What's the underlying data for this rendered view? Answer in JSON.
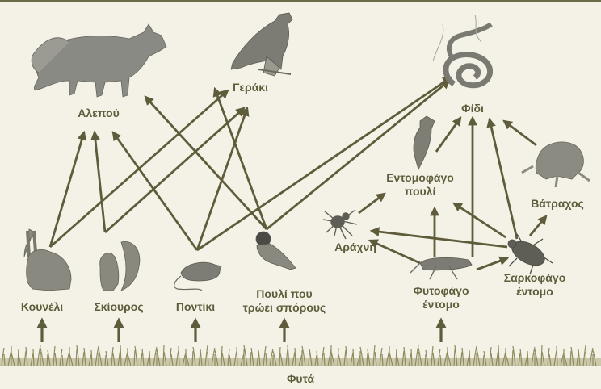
{
  "colors": {
    "ink": "#5e5c3a",
    "background": "#f4f2e6",
    "grass": "#8e8b5e",
    "animal": "#8a8a84"
  },
  "labels": {
    "fox": "Αλεπού",
    "hawk": "Γεράκι",
    "snake": "Φίδι",
    "insectivorous_bird": [
      "Εντομοφάγο",
      "πουλί"
    ],
    "frog": "Βάτραχος",
    "spider": "Αράχνη",
    "rabbit": "Κουνέλι",
    "squirrel": "Σκίουρος",
    "mouse": "Ποντίκι",
    "seed_bird": [
      "Πουλί που",
      "τρώει σπόρους"
    ],
    "herbivorous_insect": [
      "Φυτοφάγο",
      "έντομο"
    ],
    "carnivorous_insect": [
      "Σαρκοφάγο",
      "έντομο"
    ],
    "plants": "Φυτά"
  },
  "feeding_links": [
    [
      "rabbit",
      "fox"
    ],
    [
      "rabbit",
      "hawk"
    ],
    [
      "squirrel",
      "fox"
    ],
    [
      "squirrel",
      "hawk"
    ],
    [
      "mouse",
      "fox"
    ],
    [
      "mouse",
      "hawk"
    ],
    [
      "mouse",
      "snake"
    ],
    [
      "seed_bird",
      "fox"
    ],
    [
      "seed_bird",
      "hawk"
    ],
    [
      "seed_bird",
      "snake"
    ],
    [
      "herbivorous_insect",
      "snake"
    ],
    [
      "herbivorous_insect",
      "insectivorous_bird"
    ],
    [
      "herbivorous_insect",
      "spider"
    ],
    [
      "herbivorous_insect",
      "carnivorous_insect"
    ],
    [
      "spider",
      "insectivorous_bird"
    ],
    [
      "carnivorous_insect",
      "spider"
    ],
    [
      "carnivorous_insect",
      "frog"
    ],
    [
      "carnivorous_insect",
      "snake"
    ],
    [
      "carnivorous_insect",
      "insectivorous_bird"
    ],
    [
      "insectivorous_bird",
      "snake"
    ],
    [
      "frog",
      "snake"
    ],
    [
      "plants",
      "rabbit"
    ],
    [
      "plants",
      "squirrel"
    ],
    [
      "plants",
      "mouse"
    ],
    [
      "plants",
      "seed_bird"
    ],
    [
      "plants",
      "herbivorous_insect"
    ]
  ],
  "icons": {
    "fox": "fox-icon",
    "hawk": "hawk-icon",
    "snake": "snake-icon",
    "insectivorous_bird": "insect-bird-icon",
    "frog": "frog-icon",
    "spider": "spider-icon",
    "rabbit": "rabbit-icon",
    "squirrel": "squirrel-icon",
    "mouse": "mouse-icon",
    "seed_bird": "seed-bird-icon",
    "herbivorous_insect": "grasshopper-icon",
    "carnivorous_insect": "beetle-icon",
    "grass": "grass-icon"
  }
}
